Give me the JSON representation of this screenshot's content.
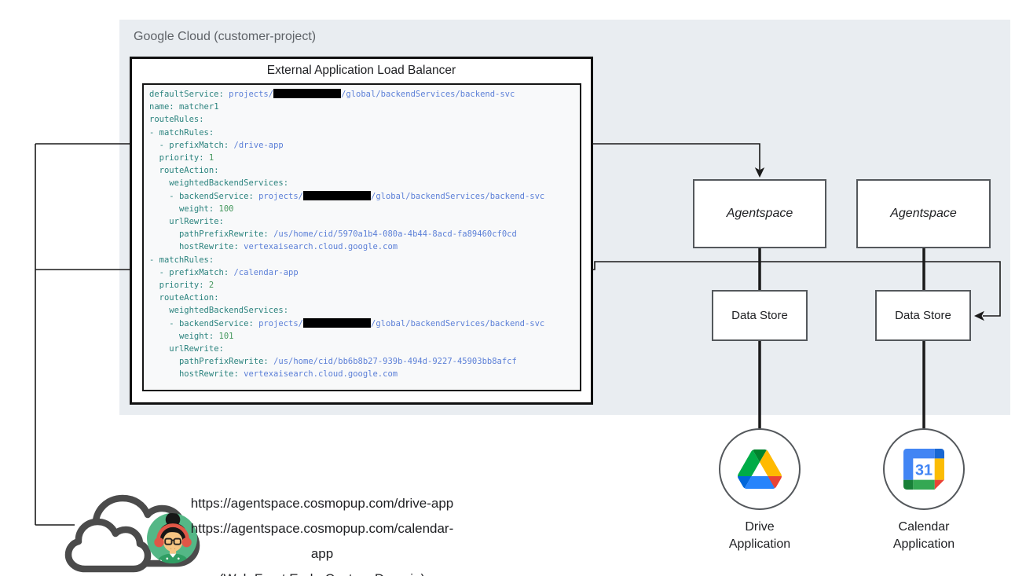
{
  "panel": {
    "title": "Google Cloud (customer-project)"
  },
  "load_balancer": {
    "title": "External Application Load Balancer"
  },
  "code": {
    "lines": [
      [
        [
          "k",
          "defaultService:"
        ],
        [
          "p",
          " "
        ],
        [
          "v",
          "projects/"
        ],
        [
          "bar",
          ""
        ],
        [
          "v",
          "/global/backendServices/backend-svc"
        ]
      ],
      [
        [
          "k",
          "name:"
        ],
        [
          "p",
          " "
        ],
        [
          "k",
          "matcher1"
        ]
      ],
      [
        [
          "k",
          "routeRules:"
        ]
      ],
      [
        [
          "k",
          "- matchRules:"
        ]
      ],
      [
        [
          "p",
          "  "
        ],
        [
          "k",
          "- prefixMatch:"
        ],
        [
          "p",
          " "
        ],
        [
          "v",
          "/drive-app"
        ]
      ],
      [
        [
          "p",
          "  "
        ],
        [
          "k",
          "priority:"
        ],
        [
          "p",
          " "
        ],
        [
          "n",
          "1"
        ]
      ],
      [
        [
          "p",
          "  "
        ],
        [
          "k",
          "routeAction:"
        ]
      ],
      [
        [
          "p",
          "    "
        ],
        [
          "k",
          "weightedBackendServices:"
        ]
      ],
      [
        [
          "p",
          "    "
        ],
        [
          "k",
          "- backendService:"
        ],
        [
          "p",
          " "
        ],
        [
          "v",
          "projects/"
        ],
        [
          "bar",
          ""
        ],
        [
          "v",
          "/global/backendServices/backend-svc"
        ]
      ],
      [
        [
          "p",
          "      "
        ],
        [
          "k",
          "weight:"
        ],
        [
          "p",
          " "
        ],
        [
          "n",
          "100"
        ]
      ],
      [
        [
          "p",
          "    "
        ],
        [
          "k",
          "urlRewrite:"
        ]
      ],
      [
        [
          "p",
          "      "
        ],
        [
          "k",
          "pathPrefixRewrite:"
        ],
        [
          "p",
          " "
        ],
        [
          "v",
          "/us/home/cid/5970a1b4-080a-4b44-8acd-fa89460cf0cd"
        ]
      ],
      [
        [
          "p",
          "      "
        ],
        [
          "k",
          "hostRewrite:"
        ],
        [
          "p",
          " "
        ],
        [
          "v",
          "vertexaisearch.cloud.google.com"
        ]
      ],
      [
        [
          "k",
          "- matchRules:"
        ]
      ],
      [
        [
          "p",
          "  "
        ],
        [
          "k",
          "- prefixMatch:"
        ],
        [
          "p",
          " "
        ],
        [
          "v",
          "/calendar-app"
        ]
      ],
      [
        [
          "p",
          "  "
        ],
        [
          "k",
          "priority:"
        ],
        [
          "p",
          " "
        ],
        [
          "n",
          "2"
        ]
      ],
      [
        [
          "p",
          "  "
        ],
        [
          "k",
          "routeAction:"
        ]
      ],
      [
        [
          "p",
          "    "
        ],
        [
          "k",
          "weightedBackendServices:"
        ]
      ],
      [
        [
          "p",
          "    "
        ],
        [
          "k",
          "- backendService:"
        ],
        [
          "p",
          " "
        ],
        [
          "v",
          "projects/"
        ],
        [
          "bar",
          ""
        ],
        [
          "v",
          "/global/backendServices/backend-svc"
        ]
      ],
      [
        [
          "p",
          "      "
        ],
        [
          "k",
          "weight:"
        ],
        [
          "p",
          " "
        ],
        [
          "n",
          "101"
        ]
      ],
      [
        [
          "p",
          "    "
        ],
        [
          "k",
          "urlRewrite:"
        ]
      ],
      [
        [
          "p",
          "      "
        ],
        [
          "k",
          "pathPrefixRewrite:"
        ],
        [
          "p",
          " "
        ],
        [
          "v",
          "/us/home/cid/bb6b8b27-939b-494d-9227-45903bb8afcf"
        ]
      ],
      [
        [
          "p",
          "      "
        ],
        [
          "k",
          "hostRewrite:"
        ],
        [
          "p",
          " "
        ],
        [
          "v",
          "vertexaisearch.cloud.google.com"
        ]
      ]
    ]
  },
  "nodes": {
    "agentspace_left": {
      "label": "Agentspace"
    },
    "agentspace_right": {
      "label": "Agentspace"
    },
    "datastore_left": {
      "label": "Data Store"
    },
    "datastore_right": {
      "label": "Data Store"
    },
    "drive_app": {
      "line1": "Drive",
      "line2": "Application"
    },
    "calendar_app": {
      "line1": "Calendar",
      "line2": "Application"
    }
  },
  "client": {
    "lines": [
      "https://agentspace.cosmopup.com/drive-app",
      "https://agentspace.cosmopup.com/calendar-app",
      "(Web Front End - Custom Domain)"
    ]
  },
  "icons": {
    "drive_logo": "google-drive-logo",
    "calendar_logo": "google-calendar-logo",
    "calendar_day": "31",
    "cloud": "internet-cloud-icon",
    "user": "end-user-avatar"
  },
  "colors": {
    "panel_bg": "#e9edf1",
    "code_bg": "#f8f9fa",
    "code_key": "#2b837e",
    "code_value": "#5b7fd7",
    "code_number": "#44975c",
    "box_border": "#54585c",
    "line_color": "#1a1a1a",
    "cloud_gray": "#4b4b4b",
    "avatar_green": "#54b786",
    "drive_green": "#00ac47",
    "drive_yellow": "#ffba00",
    "drive_blue": "#2684fc",
    "calendar_blue": "#4285f4"
  }
}
